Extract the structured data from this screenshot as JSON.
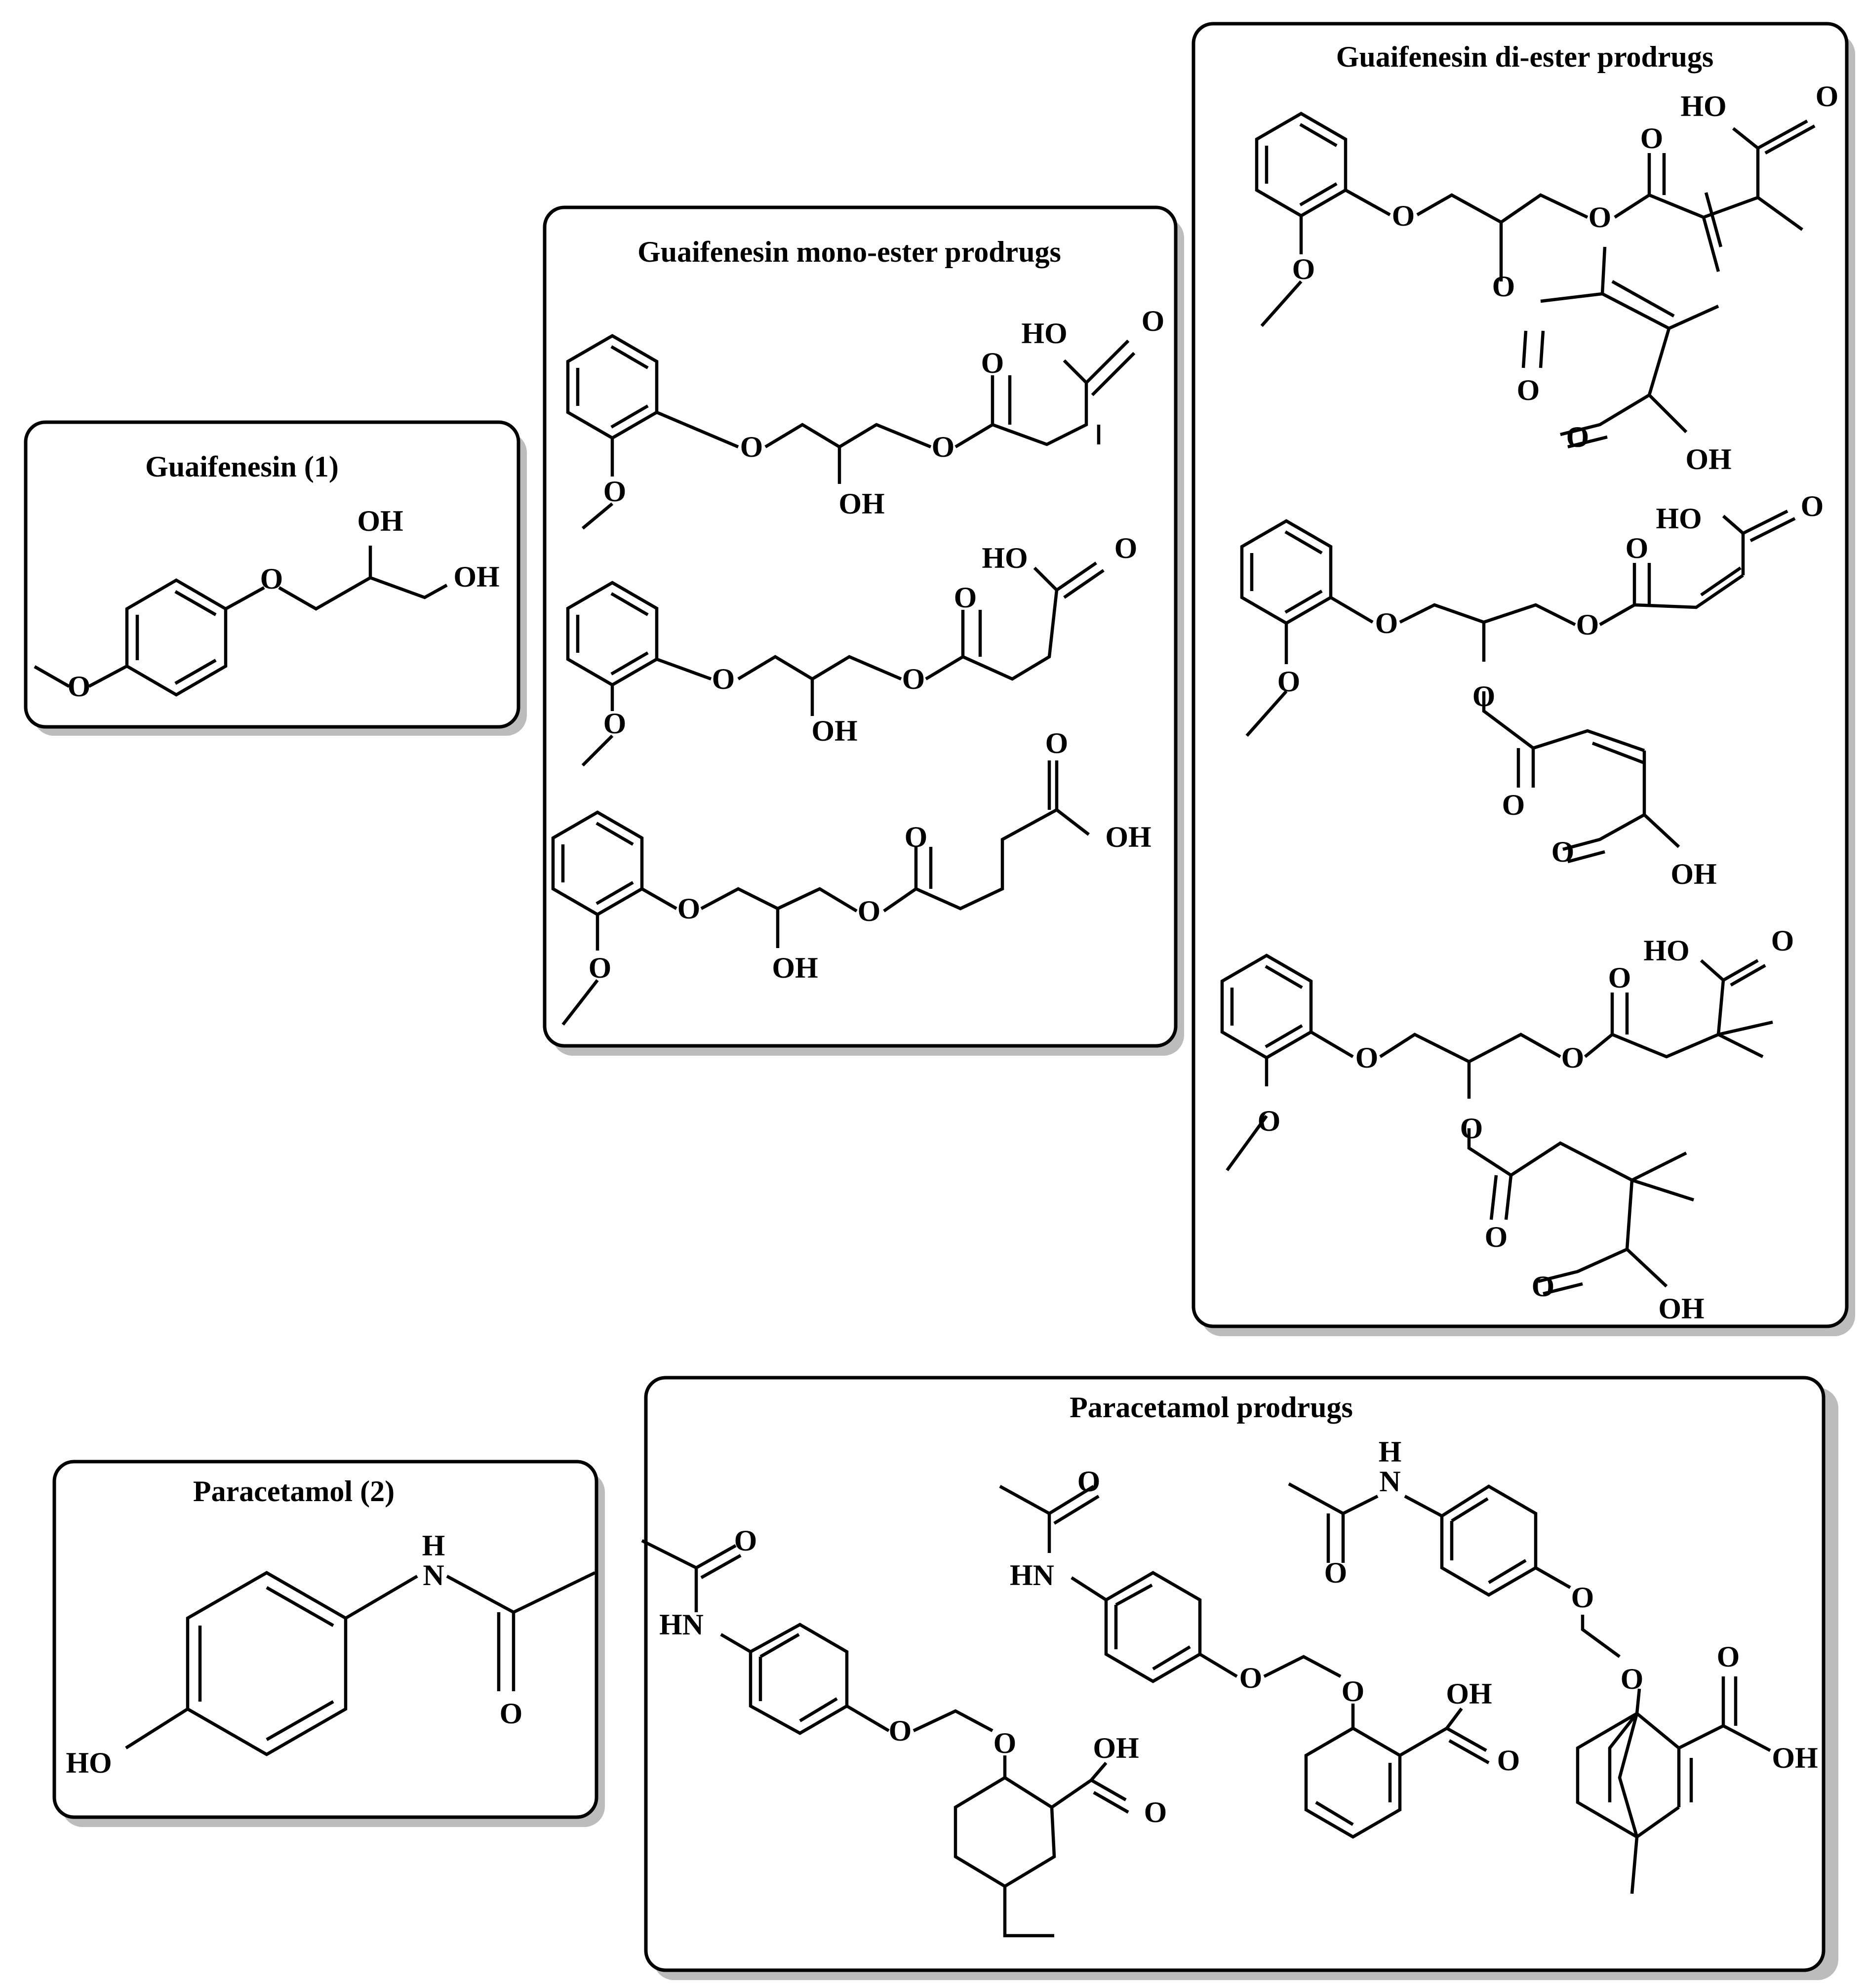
{
  "panels": {
    "guaifenesin": {
      "title": "Guaifenesin (1)"
    },
    "mono_ester": {
      "title": "Guaifenesin mono-ester prodrugs"
    },
    "di_ester": {
      "title": "Guaifenesin di-ester prodrugs"
    },
    "paracetamol": {
      "title": "Paracetamol (2)"
    },
    "paracetamol_prodrugs": {
      "title": "Paracetamol prodrugs"
    }
  },
  "atoms": {
    "O": "O",
    "OH": "OH",
    "HO": "HO",
    "H": "H",
    "N": "N",
    "HN": "HN"
  }
}
